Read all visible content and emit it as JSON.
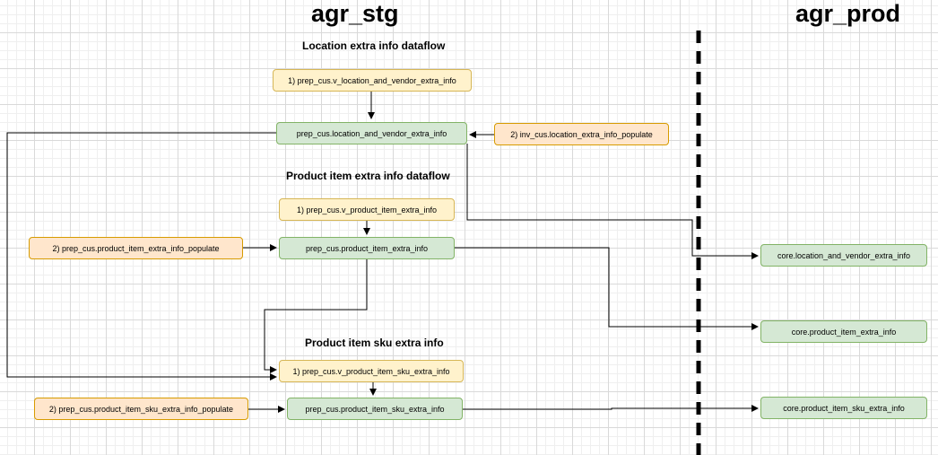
{
  "headings": {
    "stg": "agr_stg",
    "prod": "agr_prod"
  },
  "section_titles": {
    "location": "Location extra info dataflow",
    "product": "Product item extra info dataflow",
    "sku": "Product item sku extra info"
  },
  "nodes": {
    "v_location": "1) prep_cus.v_location_and_vendor_extra_info",
    "prep_location": "prep_cus.location_and_vendor_extra_info",
    "inv_location_populate": "2) inv_cus.location_extra_info_populate",
    "v_product": "1) prep_cus.v_product_item_extra_info",
    "product_populate": "2) prep_cus.product_item_extra_info_populate",
    "prep_product": "prep_cus.product_item_extra_info",
    "v_sku": "1) prep_cus.v_product_item_sku_extra_info",
    "sku_populate": "2) prep_cus.product_item_sku_extra_info_populate",
    "prep_sku": "prep_cus.product_item_sku_extra_info",
    "core_location": "core.location_and_vendor_extra_info",
    "core_product": "core.product_item_extra_info",
    "core_sku": "core.product_item_sku_extra_info"
  },
  "colors": {
    "view_fill": "#fff2cc",
    "populate_fill": "#ffe6cc",
    "table_fill": "#d5e8d4",
    "edge": "#000000",
    "divider": "#000000"
  }
}
